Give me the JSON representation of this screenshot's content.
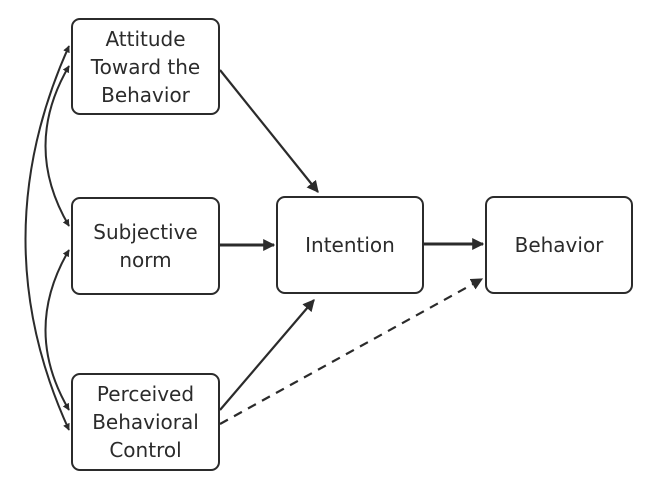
{
  "diagram": {
    "nodes": {
      "attitude": {
        "lines": [
          "Attitude",
          "Toward the",
          "Behavior"
        ]
      },
      "subjective_norm": {
        "lines": [
          "Subjective",
          "norm"
        ]
      },
      "perceived_control": {
        "lines": [
          "Perceived",
          "Behavioral",
          "Control"
        ]
      },
      "intention": {
        "lines": [
          "Intention"
        ]
      },
      "behavior": {
        "lines": [
          "Behavior"
        ]
      }
    },
    "edges": [
      {
        "from": "attitude",
        "to": "intention",
        "style": "solid"
      },
      {
        "from": "subjective_norm",
        "to": "intention",
        "style": "solid"
      },
      {
        "from": "perceived_control",
        "to": "intention",
        "style": "solid"
      },
      {
        "from": "intention",
        "to": "behavior",
        "style": "solid"
      },
      {
        "from": "perceived_control",
        "to": "behavior",
        "style": "dashed"
      },
      {
        "from": "attitude",
        "to": "subjective_norm",
        "style": "bidirectional-curve"
      },
      {
        "from": "subjective_norm",
        "to": "perceived_control",
        "style": "bidirectional-curve"
      },
      {
        "from": "attitude",
        "to": "perceived_control",
        "style": "bidirectional-curve"
      }
    ],
    "colors": {
      "stroke": "#2b2b2b",
      "background": "#ffffff"
    }
  }
}
